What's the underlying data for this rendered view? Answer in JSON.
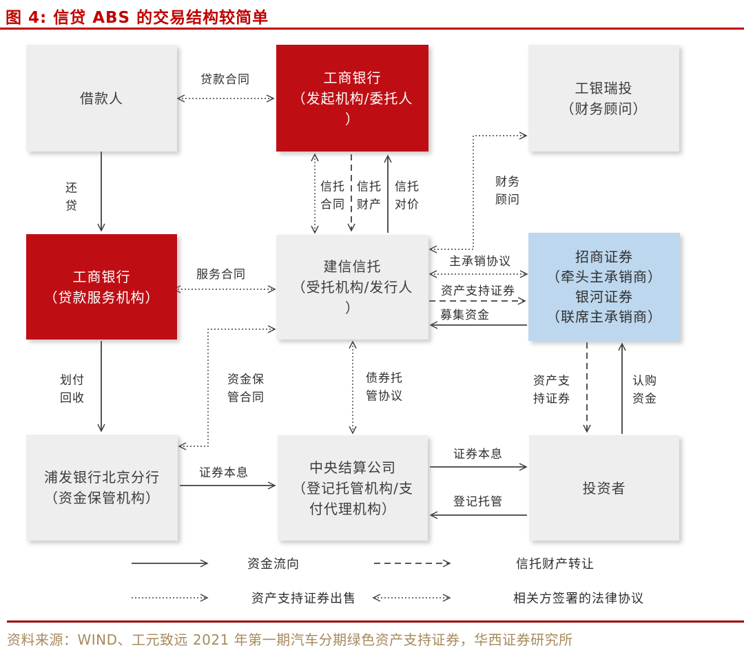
{
  "title": "图 4: 信贷 ABS 的交易结构较简单",
  "source": "资料来源：WIND、工元致远 2021 年第一期汽车分期绿色资产支持证券，华西证券研究所",
  "colors": {
    "title_red": "#C00000",
    "box_red": "#BE0E14",
    "box_blue": "#BDD7EE",
    "box_gray": "#EFEEEE",
    "footer_rule_red": "#9B0000",
    "source_text_gold": "#A68A5C",
    "arrow_line": "#3F3F3F"
  },
  "nodes": {
    "borrower": {
      "lines": [
        "借款人"
      ],
      "variant": "gray"
    },
    "originator": {
      "lines": [
        "工商银行",
        "（发起机构/委托人",
        "）"
      ],
      "variant": "red"
    },
    "advisor": {
      "lines": [
        "工银瑞投",
        "（财务顾问）"
      ],
      "variant": "gray"
    },
    "loan_servicer": {
      "lines": [
        "工商银行",
        "（贷款服务机构）"
      ],
      "variant": "red"
    },
    "trustee": {
      "lines": [
        "建信信托",
        "（受托机构/发行人",
        "）"
      ],
      "variant": "gray"
    },
    "underwriters": {
      "lines": [
        "招商证券",
        "（牵头主承销商）",
        "银河证券",
        "（联席主承销商）"
      ],
      "variant": "blue"
    },
    "fund_custodian": {
      "lines": [
        "浦发银行北京分行",
        "（资金保管机构）"
      ],
      "variant": "gray"
    },
    "registrar": {
      "lines": [
        "中央结算公司",
        "（登记托管机构/支",
        "付代理机构）"
      ],
      "variant": "gray"
    },
    "investors": {
      "lines": [
        "投资者"
      ],
      "variant": "gray"
    }
  },
  "edges": {
    "loan_contract": {
      "label": "贷款合同",
      "style": "legal-dotted-double"
    },
    "repay": {
      "label": [
        "还",
        "贷"
      ],
      "style": "solid"
    },
    "trust_contract": {
      "label": [
        "信托",
        "合同"
      ],
      "style": "legal-dotted-double"
    },
    "trust_property": {
      "label": [
        "信托",
        "财产"
      ],
      "style": "dashed"
    },
    "trust_consideration": {
      "label": [
        "信托",
        "对价"
      ],
      "style": "solid"
    },
    "financial_advisor": {
      "label": [
        "财务",
        "顾问"
      ],
      "style": "legal-dotted-double"
    },
    "service_contract": {
      "label": "服务合同",
      "style": "legal-dotted-double"
    },
    "lead_underwriting": {
      "label": "主承销协议",
      "style": "legal-dotted-double"
    },
    "abs_delivery": {
      "label": "资产支持证券",
      "style": "dashed"
    },
    "raised_funds": {
      "label": "募集资金",
      "style": "solid"
    },
    "transfer_recovery": {
      "label": [
        "划付",
        "回收"
      ],
      "style": "solid"
    },
    "fund_custody_contract": {
      "label": [
        "资金保",
        "管合同"
      ],
      "style": "legal-dotted-double"
    },
    "bond_custody_agreement": {
      "label": [
        "债券托",
        "管协议"
      ],
      "style": "legal-dotted-double"
    },
    "abs_to_investors": {
      "label": [
        "资产支",
        "持证券"
      ],
      "style": "dashed"
    },
    "subscription_funds": {
      "label": [
        "认购",
        "资金"
      ],
      "style": "solid"
    },
    "principal_interest_spdb": {
      "label": "证券本息",
      "style": "solid"
    },
    "principal_interest_ccdc": {
      "label": "证券本息",
      "style": "solid"
    },
    "registration_custody": {
      "label": "登记托管",
      "style": "solid"
    }
  },
  "legend": {
    "items": [
      {
        "style": "solid",
        "label": "资金流向"
      },
      {
        "style": "dashed",
        "label": "信托财产转让"
      },
      {
        "style": "dotted",
        "label": "资产支持证券出售"
      },
      {
        "style": "dotted-double",
        "label": "相关方签署的法律协议"
      }
    ]
  }
}
